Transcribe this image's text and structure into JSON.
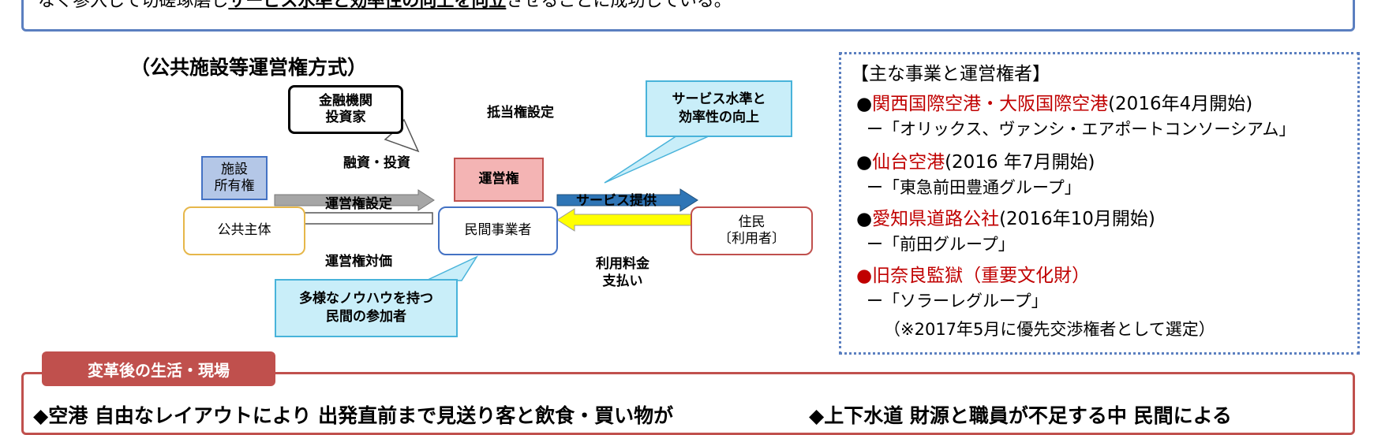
{
  "top": {
    "text_pre": "なく参入して切磋琢磨し",
    "text_bold": "サービス水準と効率性の向上を向立",
    "text_post": "させることに成功している。"
  },
  "diagram": {
    "title": "（公共施設等運営権方式）",
    "financial_l1": "金融機関",
    "financial_l2": "投資家",
    "mortgage": "抵当権設定",
    "finance_invest": "融資・投資",
    "operating_right": "運営権",
    "facility_l1": "施設",
    "facility_l2": "所有権",
    "public_body": "公共主体",
    "private_operator": "民間事業者",
    "residents_l1": "住民",
    "residents_l2": "〔利用者〕",
    "right_setting": "運営権設定",
    "right_price": "運営権対価",
    "service_provision": "サービス提供",
    "fee_l1": "利用料金",
    "fee_l2": "支払い",
    "callout_service_l1": "サービス水準と",
    "callout_service_l2": "効率性の向上",
    "callout_private_l1": "多様なノウハウを持つ",
    "callout_private_l2": "民間の参加者"
  },
  "panel": {
    "heading": "【主な事業と運営権者】",
    "items": [
      {
        "bullet": "●",
        "name": "関西国際空港・大阪国際空港",
        "date": "(2016年4月開始)",
        "operator": "ー「オリックス、ヴァンシ・エアポートコンソーシアム」"
      },
      {
        "bullet": "●",
        "name": "仙台空港",
        "date": "(2016 年7月開始)",
        "operator": "ー「東急前田豊通グループ」"
      },
      {
        "bullet": "●",
        "name": "愛知県道路公社",
        "date": "(2016年10月開始)",
        "operator": "ー「前田グループ」"
      },
      {
        "bullet": "●",
        "name": "旧奈良監獄（重要文化財）",
        "date": "",
        "operator": "ー「ソラーレグループ」"
      }
    ],
    "note": "（※2017年5月に優先交渉権者として選定）"
  },
  "bottom": {
    "tab": "変革後の生活・現場",
    "left_text": "◆空港 自由なレイアウトにより 出発直前まで見送り客と飲食・買い物が",
    "right_text": "◆上下水道 財源と職員が不足する中 民間による"
  },
  "colors": {
    "blue_border": "#5b7fc0",
    "red": "#c00000",
    "tab": "#c0504d",
    "callout": "#c9eef9"
  }
}
